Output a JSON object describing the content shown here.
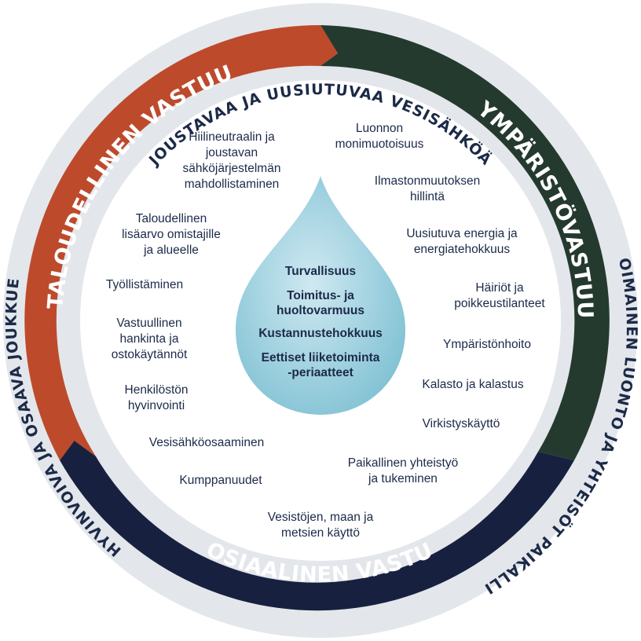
{
  "outer_labels": {
    "top": "JOUSTAVAA JA UUSIUTUVAA VESISÄHKÖÄ",
    "right": "ELINVOIMAINEN LUONTO JA YHTEISÖT PAIKALLISESTI",
    "left": "HYVINVOIVA JA OSAAVA JOUKKUE"
  },
  "arc_labels": {
    "economic": "TALOUDELLINEN VASTUU",
    "environmental": "YMPÄRISTÖVASTUU",
    "social": "SOSIAALINEN VASTUU"
  },
  "colors": {
    "economic": "#be4a2c",
    "environmental": "#253a2e",
    "social": "#17213f",
    "outer_ring": "#e3e7eb",
    "text": "#1c2a48",
    "drop_light": "#cfe9f1",
    "drop_dark": "#7ec0d3"
  },
  "economic_items": [
    [
      "Hiilineutraalin ja",
      "joustavan",
      "sähköjärjestelmän",
      "mahdollistaminen"
    ],
    [
      "Taloudellinen",
      "lisäarvo omistajille",
      "ja alueelle"
    ],
    [
      "Työllistäminen"
    ],
    [
      "Vastuullinen",
      "hankinta ja",
      "ostokäytännöt"
    ],
    [
      "Henkilöstön",
      "hyvinvointi"
    ]
  ],
  "social_items": [
    [
      "Vesisähköosaaminen"
    ],
    [
      "Kumppanuudet"
    ],
    [
      "Vesistöjen, maan ja",
      "metsien käyttö"
    ],
    [
      "Paikallinen yhteistyö",
      "ja tukeminen"
    ]
  ],
  "environmental_items": [
    [
      "Luonnon",
      "monimuotoisuus"
    ],
    [
      "Ilmastonmuutoksen",
      "hillintä"
    ],
    [
      "Uusiutuva energia ja",
      "energiatehokkuus"
    ],
    [
      "Häiriöt ja",
      "poikkeustilanteet"
    ],
    [
      "Ympäristönhoito"
    ],
    [
      "Kalasto ja kalastus"
    ],
    [
      "Virkistyskäyttö"
    ]
  ],
  "core_items": [
    [
      "Turvallisuus"
    ],
    [
      "Toimitus- ja",
      "huoltovarmuus"
    ],
    [
      "Kustannustehokkuus"
    ],
    [
      "Eettiset liiketoiminta",
      "-periaatteet"
    ]
  ]
}
